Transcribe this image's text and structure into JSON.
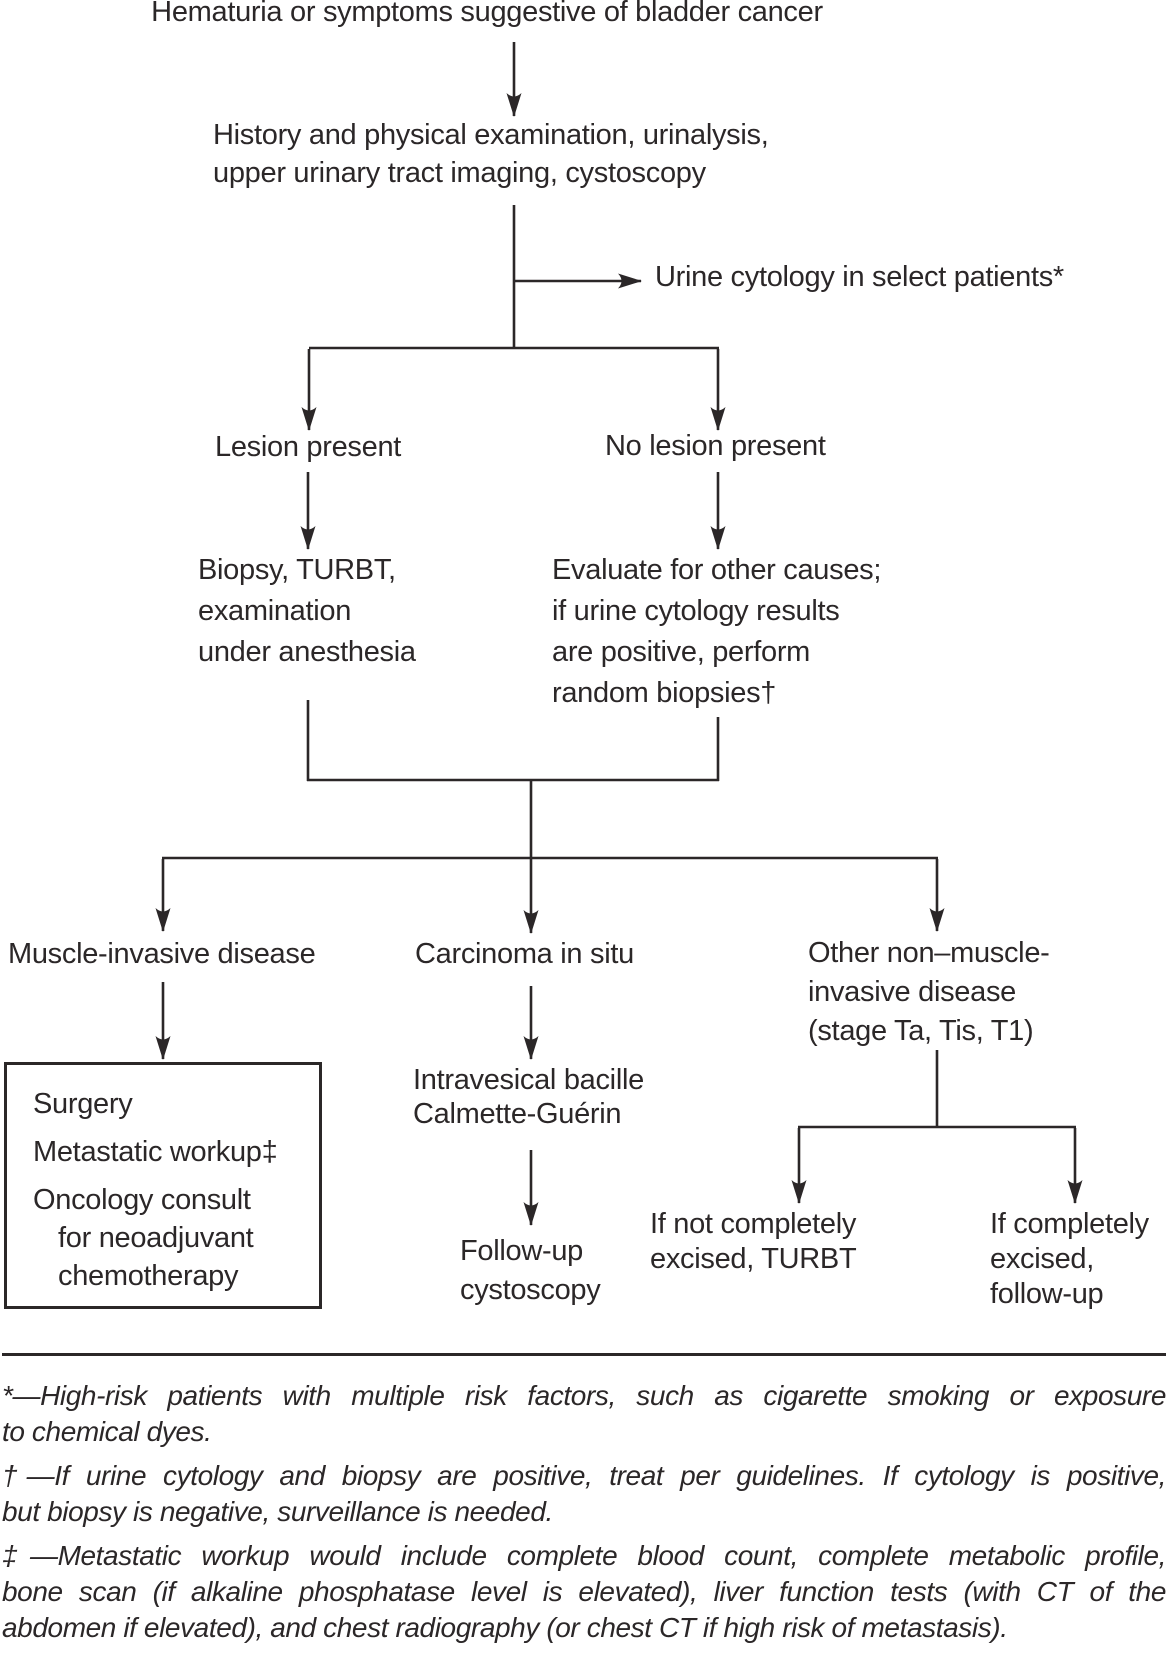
{
  "colors": {
    "ink": "#2b2728",
    "background": "#ffffff"
  },
  "flowchart": {
    "title": "Hematuria or symptoms suggestive of bladder cancer",
    "workup": {
      "line1": "History and physical examination, urinalysis,",
      "line2": "upper urinary tract imaging, cystoscopy"
    },
    "urine_cytology": "Urine cytology in select patients*",
    "lesion_present": "Lesion present",
    "no_lesion_present": "No lesion present",
    "biopsy": {
      "line1": "Biopsy, TURBT,",
      "line2": "examination",
      "line3": "under anesthesia"
    },
    "evaluate": {
      "line1": "Evaluate for other causes;",
      "line2": "if urine cytology results",
      "line3": "are positive, perform",
      "line4": "random biopsies†"
    },
    "muscle_invasive": "Muscle-invasive disease",
    "carcinoma_in_situ": "Carcinoma in situ",
    "other_non_muscle": {
      "line1": "Other non–muscle-",
      "line2": "invasive disease",
      "line3": "(stage Ta, Tis, T1)"
    },
    "surgery_box": {
      "item1": "Surgery",
      "item2": "Metastatic workup‡",
      "item3_line1": "Oncology consult",
      "item3_line2": "for neoadjuvant",
      "item3_line3": "chemotherapy"
    },
    "intravesical": {
      "line1": "Intravesical bacille",
      "line2": "Calmette-Guérin"
    },
    "followup_cystoscopy": {
      "line1": "Follow-up",
      "line2": "cystoscopy"
    },
    "if_not_excised": {
      "line1": "If not completely",
      "line2": "excised, TURBT"
    },
    "if_excised": {
      "line1": "If completely",
      "line2": "excised,",
      "line3": "follow-up"
    }
  },
  "footnotes": {
    "line1": "*—High-risk patients with multiple risk factors, such as cigarette smoking or exposure",
    "line2": "to chemical dyes.",
    "line3": "†—If urine cytology and biopsy are positive, treat per guidelines. If cytology is positive,",
    "line4": "but biopsy is negative, surveillance is needed.",
    "line5": "‡—Metastatic workup would include complete blood count, complete metabolic profile,",
    "line6": "bone scan (if alkaline phosphatase level is elevated), liver function tests (with CT of the",
    "line7": "abdomen if elevated), and chest radiography (or chest CT if high risk of metastasis)."
  }
}
